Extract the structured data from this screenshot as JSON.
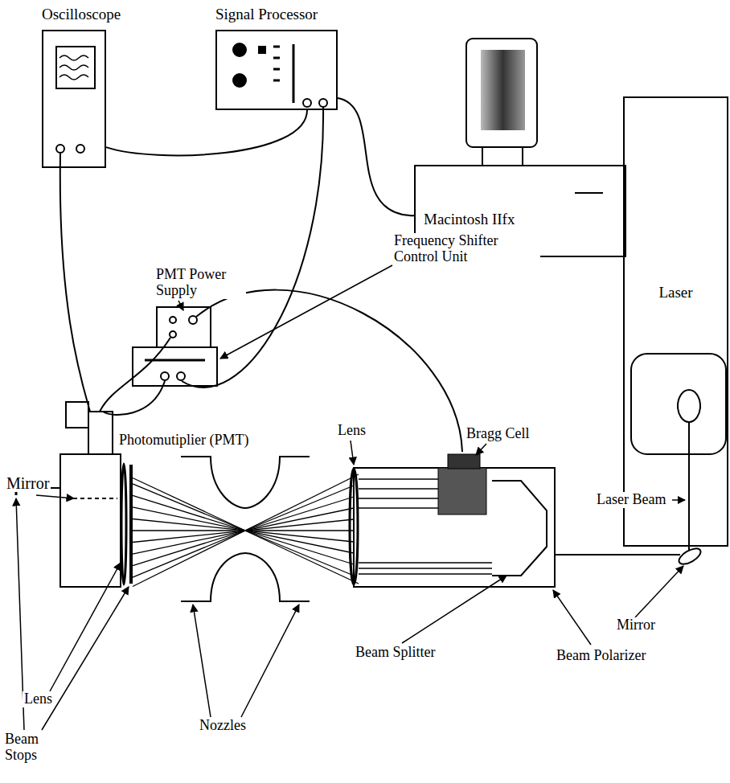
{
  "diagram": {
    "nodes": [
      {
        "text": [
          "Oscilloscope"
        ]
      },
      {
        "text": [
          "Signal Processor"
        ]
      },
      {
        "text": [
          "Macintosh IIfx"
        ]
      },
      {
        "text": [
          "Laser"
        ]
      }
    ],
    "edges": [
      {
        "from": 0,
        "to": 1,
        "arrow": "none"
      },
      {
        "from": 1,
        "to": 2,
        "arrow": "none"
      }
    ],
    "labels": [
      "PMT Power Supply",
      "Frequency Shifter Control Unit",
      "Lens",
      "Bragg Cell",
      "Mirror",
      "Photomutiplier (PMT)",
      "Laser Beam",
      "Mirror",
      "Beam Polarizer",
      "Beam Splitter",
      "Nozzles",
      "Lens",
      "Beam Stops"
    ]
  }
}
